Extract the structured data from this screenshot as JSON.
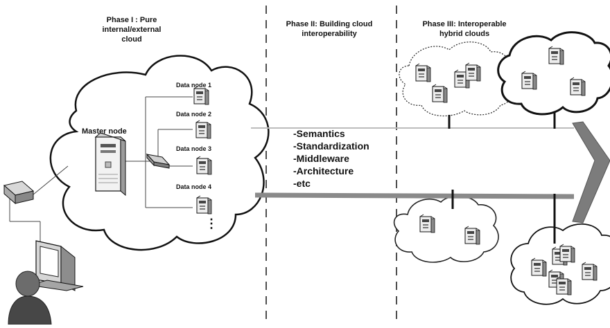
{
  "phases": [
    {
      "title": "Phase I : Pure\ninternal/external\ncloud"
    },
    {
      "title": "Phase II: Building cloud\ninteroperability"
    },
    {
      "title": "Phase III: Interoperable\nhybrid clouds"
    }
  ],
  "master_node": {
    "label": "Master node"
  },
  "data_nodes": [
    {
      "label": "Data node 1"
    },
    {
      "label": "Data node 2"
    },
    {
      "label": "Data node 3"
    },
    {
      "label": "Data node 4"
    }
  ],
  "more_nodes": "⋮",
  "interop_topics": [
    "-Semantics",
    "-Standardization",
    "-Middleware",
    "-Architecture",
    "-etc"
  ],
  "icons": [
    "server-icon",
    "switch-icon",
    "router-icon",
    "monitor-icon",
    "user-icon",
    "cloud-icon",
    "arrow-icon"
  ]
}
